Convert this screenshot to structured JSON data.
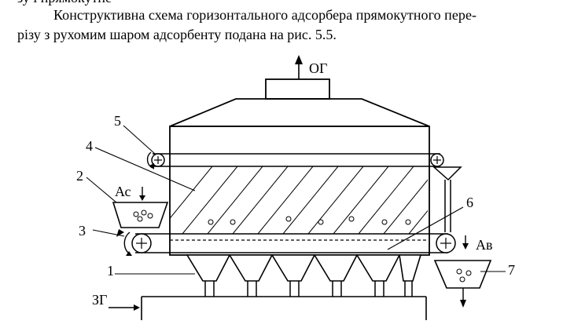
{
  "text": {
    "line0": "зу і прямокутне",
    "line1": "Конструктивна схема горизонтального адсорбера прямокутного пере-",
    "line2": "різу з рухомим шаром адсорбенту подана на рис. 5.5."
  },
  "figure": {
    "labels": {
      "og": "ОГ",
      "zg": "ЗГ",
      "ac": "Ас",
      "av": "Ав",
      "n1": "1",
      "n2": "2",
      "n3": "3",
      "n4": "4",
      "n5": "5",
      "n6": "6",
      "n7": "7"
    }
  }
}
